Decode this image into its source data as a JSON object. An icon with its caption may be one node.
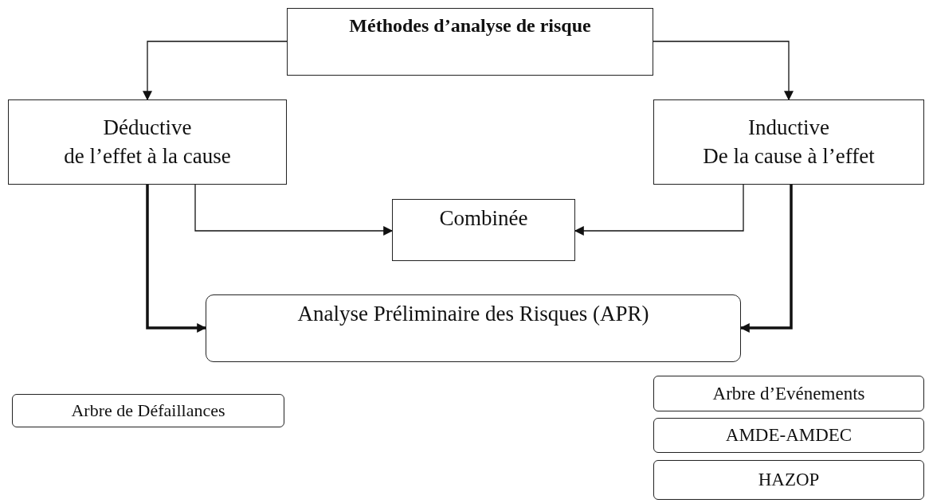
{
  "diagram": {
    "nodes": [
      {
        "text": [
          "Méthodes d’analyse de risque"
        ]
      },
      {
        "text": [
          "Déductive",
          "de l’effet à la cause"
        ]
      },
      {
        "text": [
          "Inductive",
          "De la cause à l’effet"
        ]
      },
      {
        "text": [
          "Combinée"
        ]
      },
      {
        "text": [
          "Analyse Préliminaire des Risques (APR)"
        ]
      },
      {
        "text": [
          "Arbre de Défaillances"
        ]
      },
      {
        "text": [
          "Arbre d’Evénements"
        ]
      },
      {
        "text": [
          "AMDE-AMDEC"
        ]
      },
      {
        "text": [
          "HAZOP"
        ]
      }
    ],
    "edges": [
      {
        "from": 0,
        "to": 1,
        "arrow": "to"
      },
      {
        "from": 0,
        "to": 2,
        "arrow": "to"
      },
      {
        "from": 1,
        "to": 3,
        "arrow": "to"
      },
      {
        "from": 2,
        "to": 3,
        "arrow": "to"
      },
      {
        "from": 1,
        "to": 4,
        "arrow": "to",
        "style": "thick"
      },
      {
        "from": 2,
        "to": 4,
        "arrow": "to",
        "style": "thick"
      }
    ]
  }
}
